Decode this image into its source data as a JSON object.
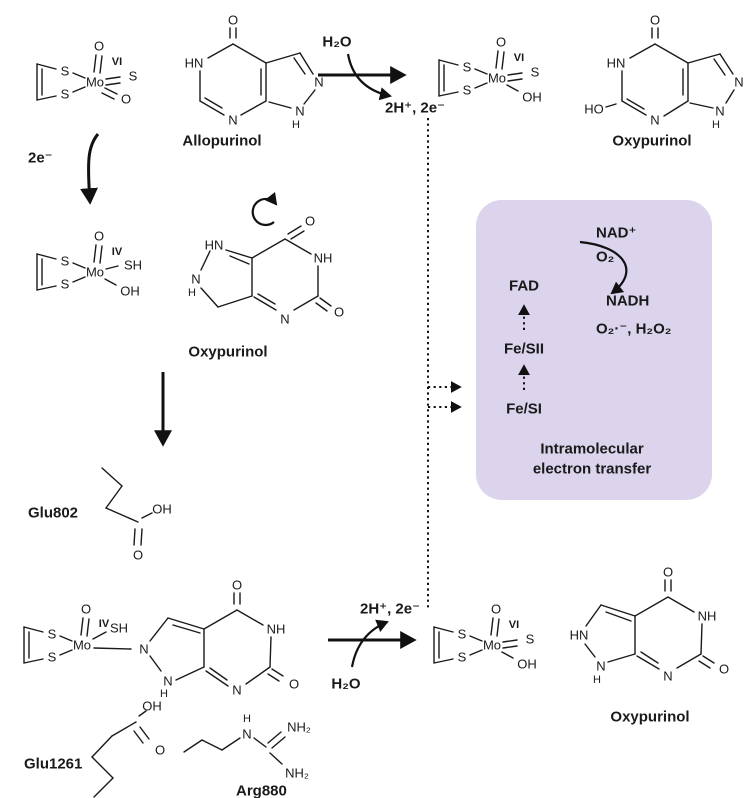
{
  "atoms": {
    "mo": "Mo",
    "o": "O",
    "s": "S",
    "oh": "OH",
    "sh": "SH",
    "ho": "HO",
    "n": "N",
    "h": "H",
    "hn": "HN",
    "nh": "NH",
    "nh2": "NH₂"
  },
  "oxidation_states": {
    "vi": "VI",
    "iv": "IV"
  },
  "molecules": {
    "allopurinol": "Allopurinol",
    "oxypurinol": "Oxypurinol"
  },
  "reaction_labels": {
    "h2o": "H₂O",
    "protons_electrons": "2H⁺, 2e⁻",
    "two_electrons": "2e⁻"
  },
  "residues": {
    "glu802": "Glu802",
    "glu1261": "Glu1261",
    "arg880": "Arg880"
  },
  "electron_transfer": {
    "fad": "FAD",
    "fesii": "Fe/SII",
    "fesi": "Fe/SI",
    "nad_plus": "NAD⁺",
    "o2": "O₂",
    "nadh": "NADH",
    "reduced_products": "O₂·⁻, H₂O₂",
    "caption_line1": "Intramolecular",
    "caption_line2": "electron transfer"
  },
  "colors": {
    "mo_vi": "#1565d8",
    "mo_iv": "#e01b1b",
    "box_background": "#dcd3ec",
    "line": "#1a1a1a"
  }
}
